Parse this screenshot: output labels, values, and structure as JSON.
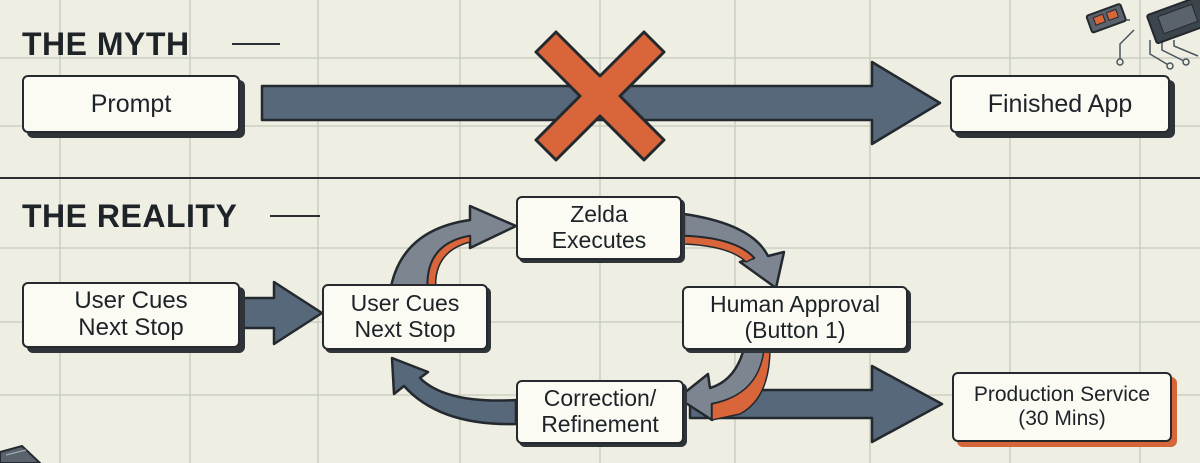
{
  "myth": {
    "title": "THE MYTH",
    "prompt": "Prompt",
    "finished": "Finished App"
  },
  "reality": {
    "title": "THE REALITY",
    "user_cues_left": [
      "User Cues",
      "Next Stop"
    ],
    "user_cues_loop": [
      "User Cues",
      "Next Stop"
    ],
    "zelda": [
      "Zelda",
      "Executes"
    ],
    "approval": [
      "Human Approval",
      "(Button 1)"
    ],
    "correction": [
      "Correction/",
      "Refinement"
    ],
    "production": [
      "Production Service",
      "(30 Mins)"
    ]
  },
  "colors": {
    "background": "#eeeee2",
    "grid": "#c6c9bd",
    "arrow": "#56687a",
    "loop_arrow": "#7c8590",
    "accent": "#d9663b",
    "outline": "#262a2e"
  },
  "icons": [
    "cross-icon",
    "circuit-board-icon"
  ]
}
